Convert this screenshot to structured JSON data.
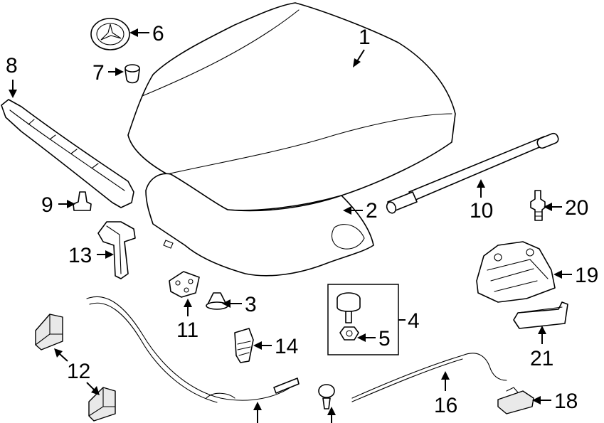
{
  "diagram": {
    "callouts": [
      {
        "id": "c1",
        "label": "1"
      },
      {
        "id": "c2",
        "label": "2"
      },
      {
        "id": "c3",
        "label": "3"
      },
      {
        "id": "c4",
        "label": "4"
      },
      {
        "id": "c5",
        "label": "5"
      },
      {
        "id": "c6",
        "label": "6"
      },
      {
        "id": "c7",
        "label": "7"
      },
      {
        "id": "c8",
        "label": "8"
      },
      {
        "id": "c9",
        "label": "9"
      },
      {
        "id": "c10",
        "label": "10"
      },
      {
        "id": "c11",
        "label": "11"
      },
      {
        "id": "c12",
        "label": "12"
      },
      {
        "id": "c13",
        "label": "13"
      },
      {
        "id": "c14",
        "label": "14"
      },
      {
        "id": "c16",
        "label": "16"
      },
      {
        "id": "c18",
        "label": "18"
      },
      {
        "id": "c19",
        "label": "19"
      },
      {
        "id": "c20",
        "label": "20"
      },
      {
        "id": "c21",
        "label": "21"
      }
    ]
  }
}
